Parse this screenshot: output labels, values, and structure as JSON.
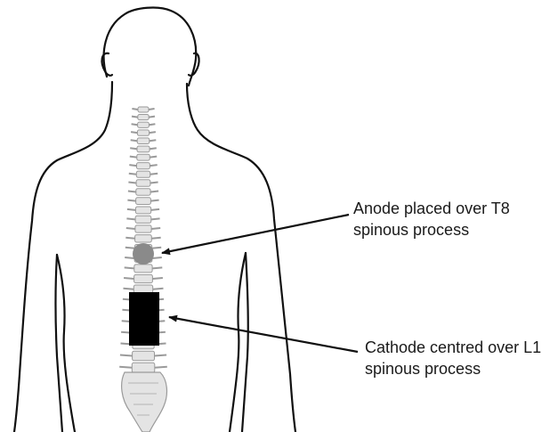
{
  "colors": {
    "outline": "#111111",
    "anode": "#8a8a8a",
    "cathode": "#000000",
    "vertebra_fill": "#e4e4e4",
    "vertebra_edge": "#9a9a9a"
  },
  "icons": {
    "body": "human-back-outline",
    "spine": "spinal-column",
    "anode": "round-electrode",
    "cathode": "rectangular-electrode"
  },
  "annotations": {
    "anode": {
      "line1": "Anode placed over T8",
      "line2": "spinous process"
    },
    "cathode": {
      "line1": "Cathode centred over L1",
      "line2": "spinous process"
    }
  }
}
